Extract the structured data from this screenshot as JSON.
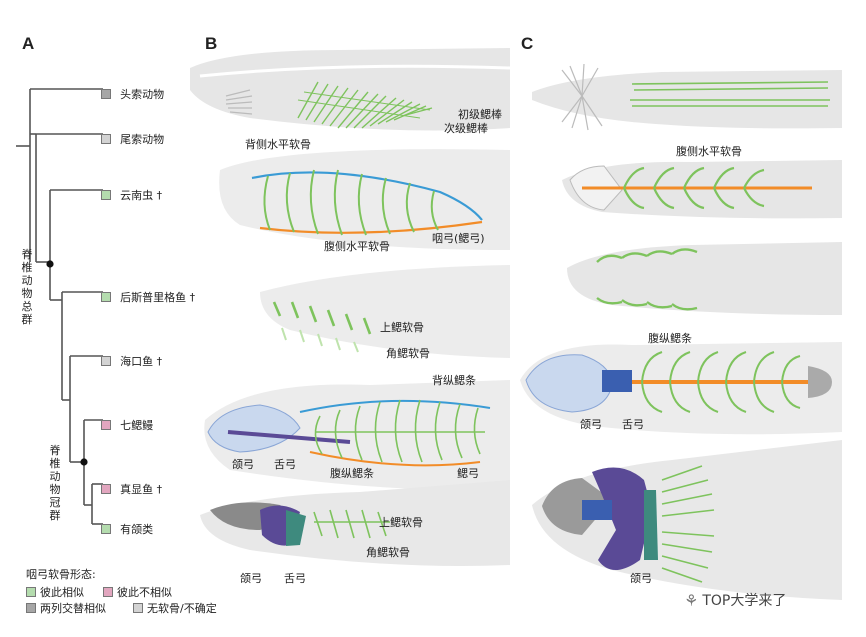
{
  "panels": {
    "a": "A",
    "b": "B",
    "c": "C"
  },
  "tree": {
    "taxa": [
      {
        "label": "头索动物",
        "color": "#a6a6a6"
      },
      {
        "label": "尾索动物",
        "color": "#d3d3d3"
      },
      {
        "label": "云南虫 †",
        "color": "#b4dcae"
      },
      {
        "label": "后斯普里格鱼 †",
        "color": "#b4dcae"
      },
      {
        "label": "海口鱼 †",
        "color": "#d3d3d3"
      },
      {
        "label": "七鳃鳗",
        "color": "#e2a6bf"
      },
      {
        "label": "真显鱼 †",
        "color": "#e2a6bf"
      },
      {
        "label": "有颌类",
        "color": "#b4dcae"
      }
    ],
    "clade_total": [
      "脊",
      "椎",
      "动",
      "物",
      "总",
      "群"
    ],
    "clade_crown": [
      "脊",
      "椎",
      "动",
      "物",
      "冠",
      "群"
    ]
  },
  "legend": {
    "title": "咽弓软骨形态:",
    "items": [
      {
        "label": "彼此相似",
        "color": "#b4dcae"
      },
      {
        "label": "彼此不相似",
        "color": "#e2a6bf"
      },
      {
        "label": "两列交替相似",
        "color": "#a6a6a6"
      },
      {
        "label": "无软骨/不确定",
        "color": "#d3d3d3"
      }
    ]
  },
  "panel_b_labels": {
    "primary_rod": "初级鳃棒",
    "secondary_rod": "次级鳃棒",
    "dorsal_bar": "背侧水平软骨",
    "pharyngeal_arch": "咽弓(鳃弓)",
    "ventral_bar": "腹侧水平软骨",
    "epibranchial": "上鳃软骨",
    "ceratobranchial": "角鳃软骨",
    "dorsal_longitudinal": "背纵鳃条",
    "jaw_arch": "颌弓",
    "hyoid_arch": "舌弓",
    "ventral_longitudinal": "腹纵鳃条",
    "gill_arch": "鳃弓",
    "epibranchial2": "上鳃软骨",
    "jaw_arch2": "颌弓",
    "hyoid_arch2": "舌弓",
    "ceratobranchial2": "角鳃软骨"
  },
  "panel_c_labels": {
    "ventral_bar": "腹侧水平软骨",
    "ventral_longitudinal": "腹纵鳃条",
    "jaw_arch": "颌弓",
    "hyoid_arch": "舌弓",
    "jaw_arch2": "颌弓"
  },
  "watermark": "TOP大学来了",
  "colors": {
    "green": "#7ec35d",
    "blue": "#3a9bd5",
    "orange": "#f28c28",
    "purple": "#5a4a96",
    "body": "#e6e6e6"
  }
}
